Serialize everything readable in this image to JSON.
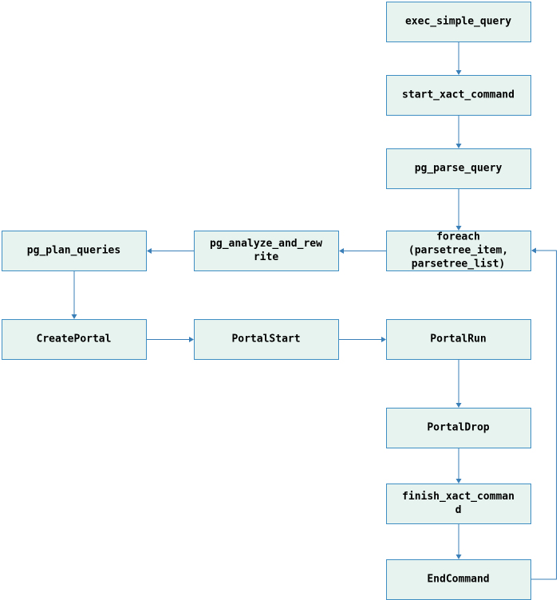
{
  "diagram": {
    "nodes": [
      {
        "id": "exec_simple_query",
        "lines": [
          "exec_simple_query"
        ]
      },
      {
        "id": "start_xact_command",
        "lines": [
          "start_xact_command"
        ]
      },
      {
        "id": "pg_parse_query",
        "lines": [
          "pg_parse_query"
        ]
      },
      {
        "id": "foreach",
        "lines": [
          "foreach",
          "(parsetree_item,",
          "parsetree_list)"
        ]
      },
      {
        "id": "pg_analyze_and_rewrite",
        "lines": [
          "pg_analyze_and_rew",
          "rite"
        ]
      },
      {
        "id": "pg_plan_queries",
        "lines": [
          "pg_plan_queries"
        ]
      },
      {
        "id": "CreatePortal",
        "lines": [
          "CreatePortal"
        ]
      },
      {
        "id": "PortalStart",
        "lines": [
          "PortalStart"
        ]
      },
      {
        "id": "PortalRun",
        "lines": [
          "PortalRun"
        ]
      },
      {
        "id": "PortalDrop",
        "lines": [
          "PortalDrop"
        ]
      },
      {
        "id": "finish_xact_command",
        "lines": [
          "finish_xact_comman",
          "d"
        ]
      },
      {
        "id": "EndCommand",
        "lines": [
          "EndCommand"
        ]
      }
    ],
    "edges": [
      {
        "from": "exec_simple_query",
        "to": "start_xact_command"
      },
      {
        "from": "start_xact_command",
        "to": "pg_parse_query"
      },
      {
        "from": "pg_parse_query",
        "to": "foreach"
      },
      {
        "from": "foreach",
        "to": "pg_analyze_and_rewrite"
      },
      {
        "from": "pg_analyze_and_rewrite",
        "to": "pg_plan_queries"
      },
      {
        "from": "pg_plan_queries",
        "to": "CreatePortal"
      },
      {
        "from": "CreatePortal",
        "to": "PortalStart"
      },
      {
        "from": "PortalStart",
        "to": "PortalRun"
      },
      {
        "from": "PortalRun",
        "to": "PortalDrop"
      },
      {
        "from": "PortalDrop",
        "to": "finish_xact_command"
      },
      {
        "from": "finish_xact_command",
        "to": "EndCommand"
      },
      {
        "from": "EndCommand",
        "to": "foreach"
      }
    ],
    "colors": {
      "node_fill": "#e6f3ee",
      "node_border": "#3e8ec4",
      "edge": "#3a7fb8",
      "text": "#000000"
    }
  }
}
